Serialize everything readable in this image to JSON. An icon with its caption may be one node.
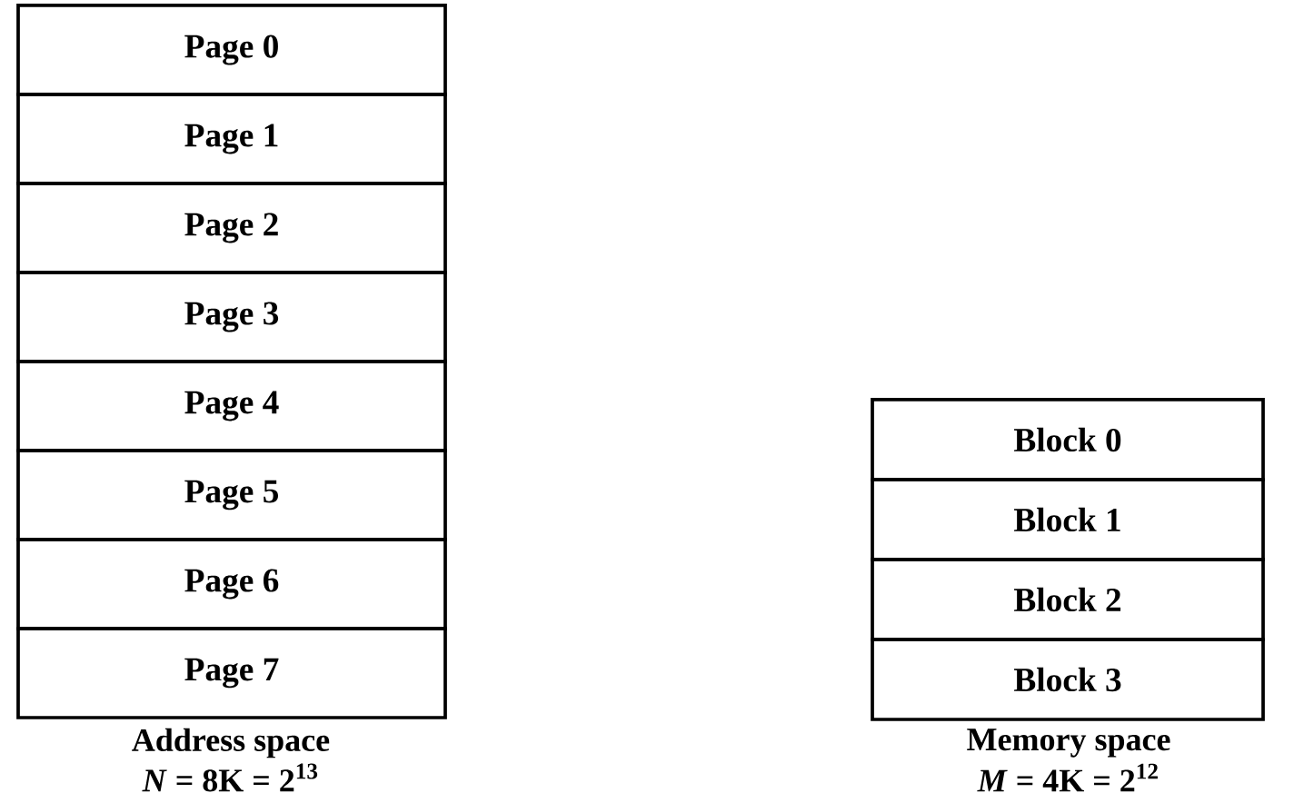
{
  "diagram": {
    "nodes": [
      {
        "text": [
          "Page 0"
        ]
      },
      {
        "text": [
          "Page 1"
        ]
      },
      {
        "text": [
          "Page 2"
        ]
      },
      {
        "text": [
          "Page 3"
        ]
      },
      {
        "text": [
          "Page 4"
        ]
      },
      {
        "text": [
          "Page 5"
        ]
      },
      {
        "text": [
          "Page 6"
        ]
      },
      {
        "text": [
          "Page 7"
        ]
      },
      {
        "text": [
          "Block 0"
        ]
      },
      {
        "text": [
          "Block 1"
        ]
      },
      {
        "text": [
          "Block 2"
        ]
      },
      {
        "text": [
          "Block 3"
        ]
      }
    ],
    "labels": [
      "Address space",
      "*N* = 8K = 2$^{13}$",
      "Memory space",
      "*M* = 4K = 2$^{12}$"
    ]
  }
}
